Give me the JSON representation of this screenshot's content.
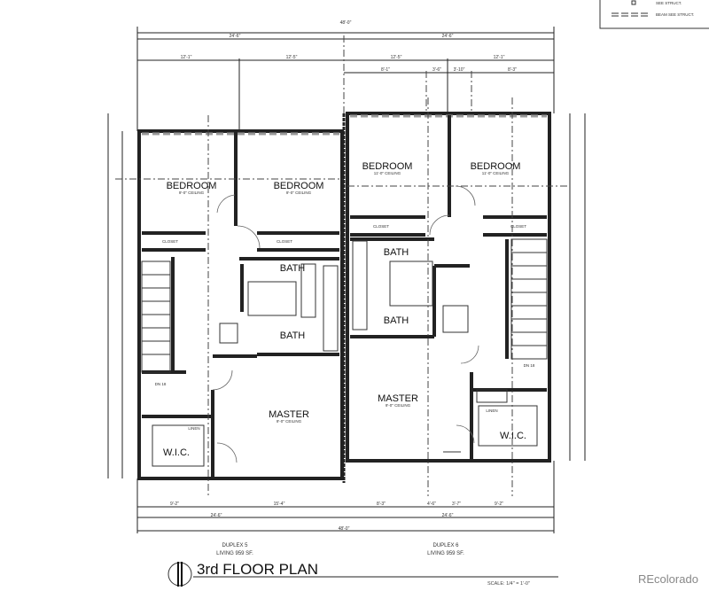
{
  "legend": {
    "items": [
      {
        "symbol": "square",
        "label": "SEE STRUCT."
      },
      {
        "symbol": "dashed-line",
        "label": "BEAM SEE STRUCT."
      }
    ]
  },
  "dimensions": {
    "overall": "48'-0\"",
    "half_left": "24'-6\"",
    "half_right": "24'-6\"",
    "top_left_a": "12'-1\"",
    "top_left_b": "12'-5\"",
    "top_right_a": "12'-5\"",
    "top_right_b": "12'-1\"",
    "top_right_c": "8'-1\"",
    "top_right_d": "3'-6\"",
    "top_right_e": "3'-10\"",
    "top_right_f": "8'-3\"",
    "bottom_a": "9'-2\"",
    "bottom_b": "15'-4\"",
    "bottom_c": "8'-3\"",
    "bottom_d": "4'-6\"",
    "bottom_e": "3'-7\"",
    "bottom_f": "9'-2\""
  },
  "rooms": {
    "bedroom_1": {
      "name": "BEDROOM",
      "ceiling": "9'-0\" CEILING"
    },
    "bedroom_2": {
      "name": "BEDROOM",
      "ceiling": "9'-0\" CEILING"
    },
    "bedroom_3": {
      "name": "BEDROOM",
      "ceiling": "11'-0\" CEILING"
    },
    "bedroom_4": {
      "name": "BEDROOM",
      "ceiling": "11'-0\" CEILING"
    },
    "bath_1": "BATH",
    "bath_2": "BATH",
    "bath_3": "BATH",
    "bath_4": "BATH",
    "master_left": {
      "name": "MASTER",
      "ceiling": "9'-0\" CEILING"
    },
    "master_right": {
      "name": "MASTER",
      "ceiling": "9'-0\" CEILING"
    },
    "wic_left": "W.I.C.",
    "wic_right": "W.I.C.",
    "closet": "CLOSET",
    "linen": "LINEN",
    "stairs_dn": "DN 18"
  },
  "units": {
    "left": {
      "name": "DUPLEX 5",
      "area": "LIVING 959 SF."
    },
    "right": {
      "name": "DUPLEX 6",
      "area": "LIVING 959 SF."
    }
  },
  "title": "3rd FLOOR PLAN",
  "scale": "SCALE: 1/4\" = 1'-0\"",
  "watermark": "REcolorado"
}
